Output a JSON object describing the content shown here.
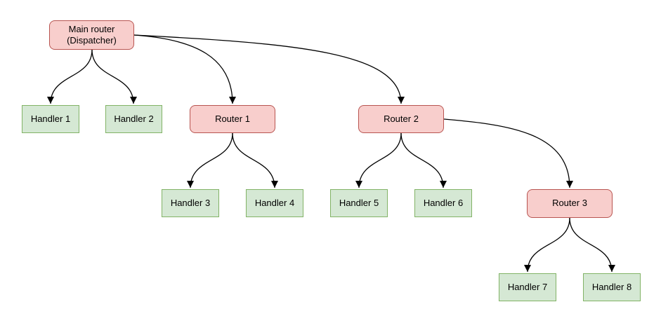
{
  "diagram": {
    "type": "tree",
    "background": "#ffffff",
    "colors": {
      "router_fill": "#f8cecc",
      "router_border": "#b85450",
      "handler_fill": "#d5e8d4",
      "handler_border": "#82b366",
      "edge": "#000000",
      "text": "#000000",
      "background": "#ffffff"
    },
    "nodes": [
      {
        "id": "main-router",
        "label": "Main router (Dispatcher)",
        "kind": "router"
      },
      {
        "id": "handler-1",
        "label": "Handler 1",
        "kind": "handler"
      },
      {
        "id": "handler-2",
        "label": "Handler 2",
        "kind": "handler"
      },
      {
        "id": "router-1",
        "label": "Router 1",
        "kind": "router"
      },
      {
        "id": "router-2",
        "label": "Router 2",
        "kind": "router"
      },
      {
        "id": "handler-3",
        "label": "Handler 3",
        "kind": "handler"
      },
      {
        "id": "handler-4",
        "label": "Handler 4",
        "kind": "handler"
      },
      {
        "id": "handler-5",
        "label": "Handler 5",
        "kind": "handler"
      },
      {
        "id": "handler-6",
        "label": "Handler 6",
        "kind": "handler"
      },
      {
        "id": "router-3",
        "label": "Router 3",
        "kind": "router"
      },
      {
        "id": "handler-7",
        "label": "Handler 7",
        "kind": "handler"
      },
      {
        "id": "handler-8",
        "label": "Handler 8",
        "kind": "handler"
      }
    ],
    "edges": [
      {
        "from": "main-router",
        "to": "handler-1"
      },
      {
        "from": "main-router",
        "to": "handler-2"
      },
      {
        "from": "main-router",
        "to": "router-1"
      },
      {
        "from": "main-router",
        "to": "router-2"
      },
      {
        "from": "router-1",
        "to": "handler-3"
      },
      {
        "from": "router-1",
        "to": "handler-4"
      },
      {
        "from": "router-2",
        "to": "handler-5"
      },
      {
        "from": "router-2",
        "to": "handler-6"
      },
      {
        "from": "router-2",
        "to": "router-3"
      },
      {
        "from": "router-3",
        "to": "handler-7"
      },
      {
        "from": "router-3",
        "to": "handler-8"
      }
    ]
  }
}
